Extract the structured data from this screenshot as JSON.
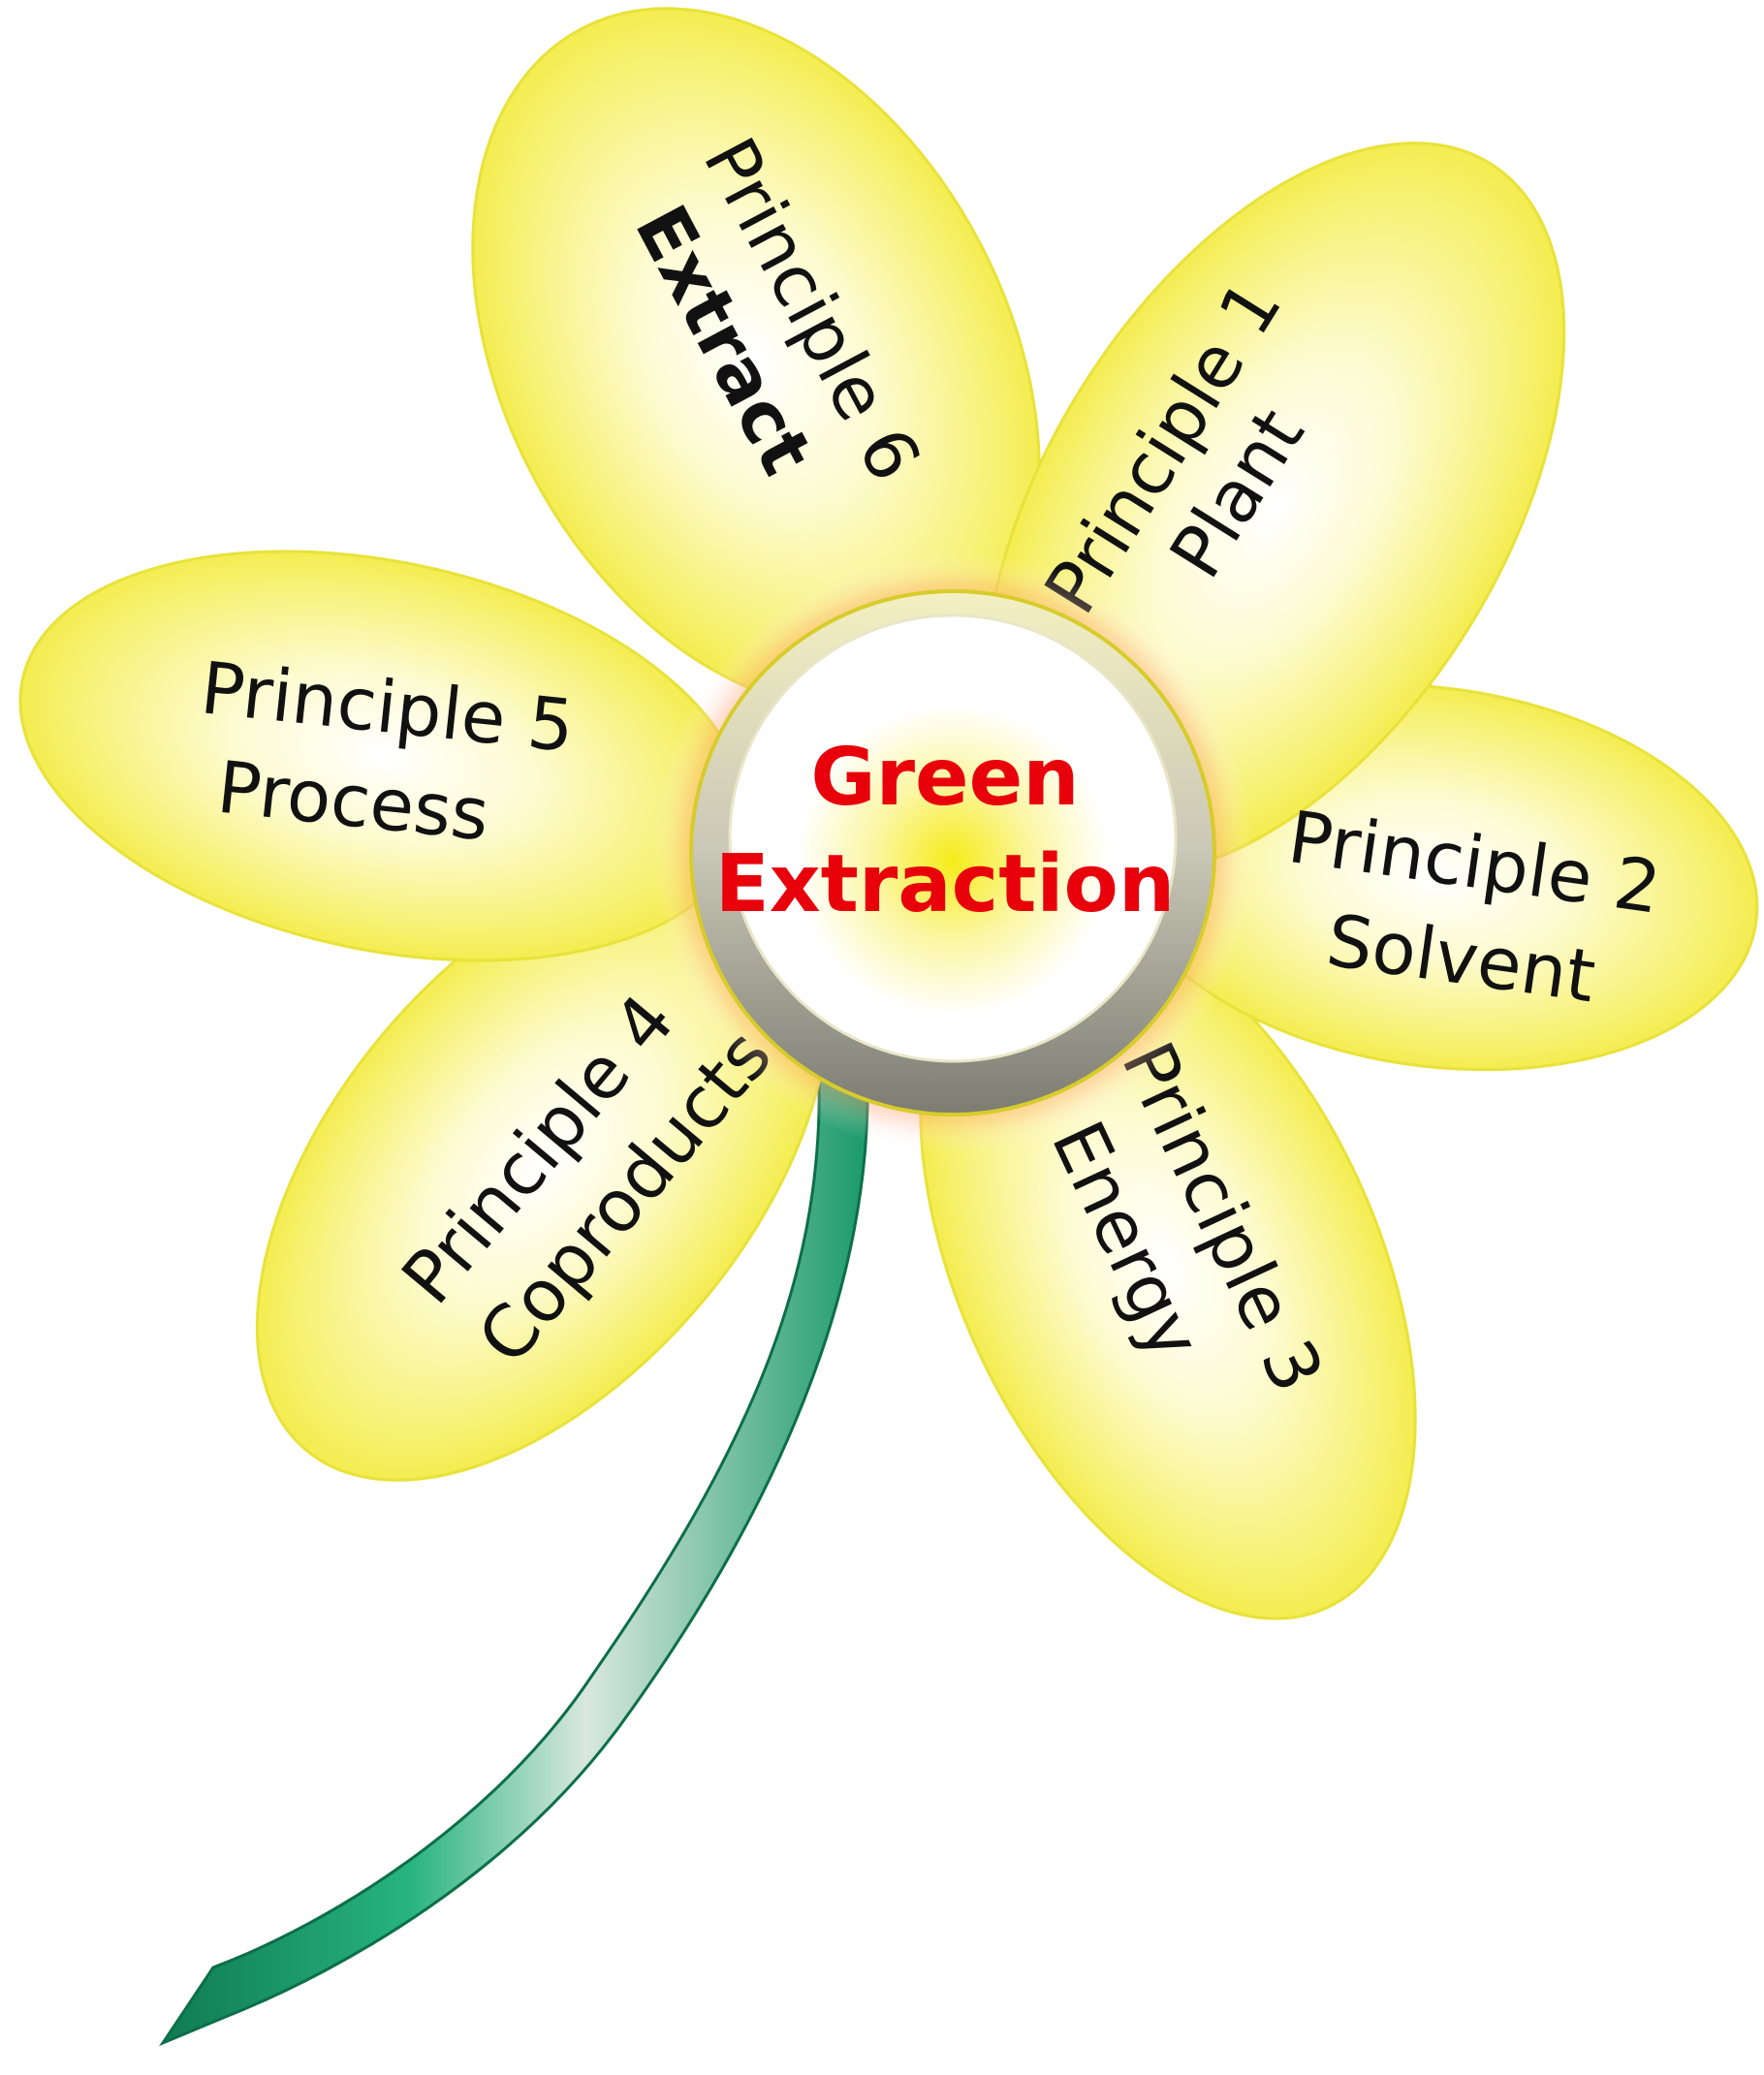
{
  "center": {
    "line1": "Green",
    "line2": "Extraction",
    "color": "#e8000b"
  },
  "petals": [
    {
      "line1": "Principle 1",
      "line2": "Plant",
      "line2_bold": false
    },
    {
      "line1": "Principle 2",
      "line2": "Solvent",
      "line2_bold": false
    },
    {
      "line1": "Principle 3",
      "line2": "Energy",
      "line2_bold": false
    },
    {
      "line1": "Principle 4",
      "line2": "Coproducts",
      "line2_bold": false
    },
    {
      "line1": "Principle 5",
      "line2": "Process",
      "line2_bold": false
    },
    {
      "line1": "Principle 6",
      "line2": "Extract",
      "line2_bold": true
    }
  ],
  "colors": {
    "petal_fill": "#f3ee2a",
    "petal_outline": "#e8e23a",
    "stem": "#1fa373"
  }
}
